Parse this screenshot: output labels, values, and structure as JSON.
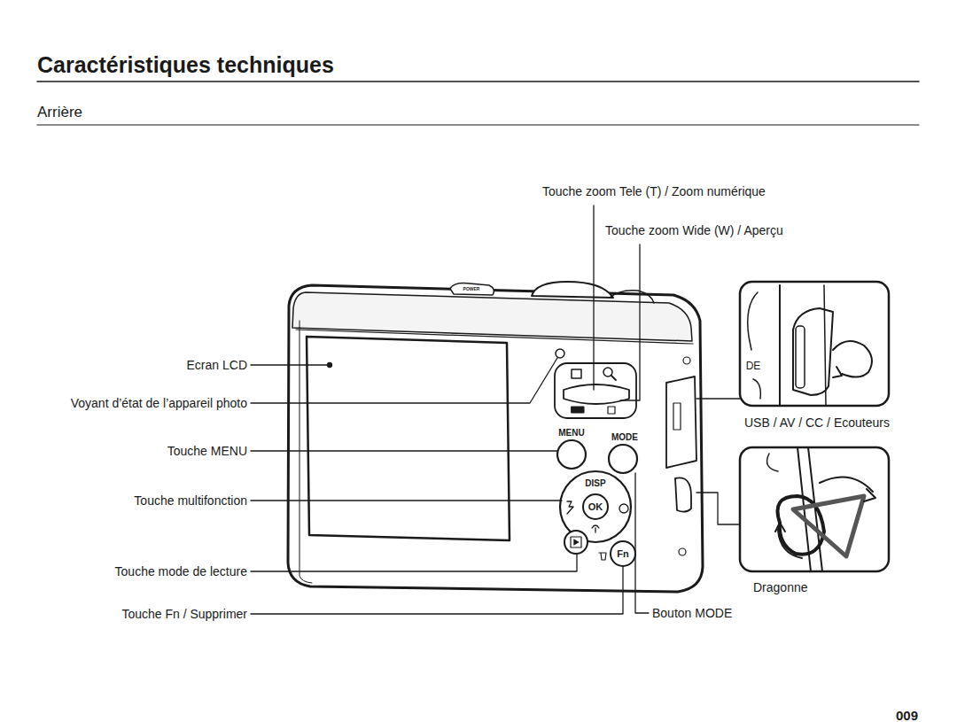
{
  "diagram": {
    "title": "Caractéristiques techniques",
    "labels": [
      "Arrière",
      "Touche zoom Tele (T) / Zoom numérique",
      "Touche zoom Wide (W) / Aperçu",
      "Ecran LCD",
      "Voyant d’état de l’appareil photo",
      "Touche MENU",
      "Touche multifonction",
      "Touche mode de lecture",
      "Touche Fn / Supprimer",
      "Bouton MODE",
      "USB / AV / CC / Ecouteurs",
      "Dragonne",
      "009",
      "POWER",
      "MENU",
      "MODE",
      "DISP",
      "OK",
      "Fn",
      "DE"
    ]
  }
}
